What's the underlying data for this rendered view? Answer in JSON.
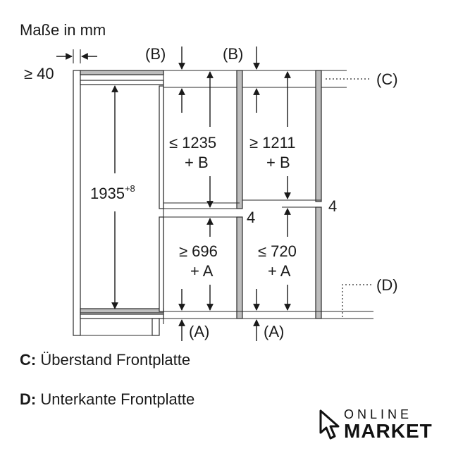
{
  "units_title": "Maße in mm",
  "dims": {
    "min_gap": "≥ 40",
    "device_height": "1935",
    "device_height_sup": "+8",
    "upper_left_line1": "≤ 1235",
    "upper_left_line2": "+ B",
    "upper_right_line1": "≥ 1211",
    "upper_right_line2": "+ B",
    "lower_left_line1": "≥ 696",
    "lower_left_line2": "+ A",
    "lower_right_line1": "≤ 720",
    "lower_right_line2": "+ A",
    "gap_mid_left": "4",
    "gap_mid_right": "4"
  },
  "markers": {
    "b_left": "(B)",
    "b_right": "(B)",
    "c": "(C)",
    "d": "(D)",
    "a_left": "(A)",
    "a_right": "(A)"
  },
  "legend": {
    "c_key": "C:",
    "c_text": "Überstand Frontplatte",
    "d_key": "D:",
    "d_text": "Unterkante Frontplatte"
  },
  "logo": {
    "line1": "ONLINE",
    "line2": "MARKET",
    "icon": "cursor-arrow-icon"
  }
}
